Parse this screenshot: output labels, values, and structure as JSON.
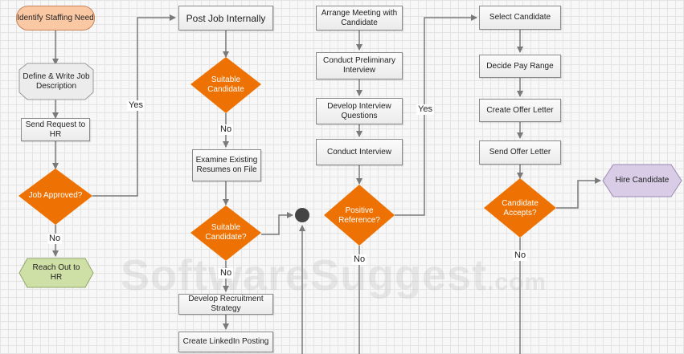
{
  "watermark": {
    "text": "SoftwareSuggest",
    "suffix": ".com"
  },
  "nodes": {
    "identify_staffing_need": "Identify Staffing Need",
    "define_write_job_description": "Define & Write Job Description",
    "send_request_to_hr": "Send Request to HR",
    "job_approved": "Job Approved?",
    "reach_out_to_hr": "Reach Out to HR",
    "post_job_internally": "Post Job Internally",
    "suitable_candidate_1": "Suitable Candidate",
    "examine_existing_resumes": "Examine Existing Resumes on File",
    "suitable_candidate_2": "Suitable Candidate?",
    "develop_recruitment_strategy": "Develop Recruitment Strategy",
    "create_linkedin_posting": "Create LinkedIn Posting",
    "arrange_meeting": "Arrange Meeting with Candidate",
    "conduct_preliminary_interview": "Conduct Preliminary Interview",
    "develop_interview_questions": "Develop Interview Questions",
    "conduct_interview": "Conduct Interview",
    "positive_reference": "Positive Reference?",
    "select_candidate": "Select Candidate",
    "decide_pay_range": "Decide Pay Range",
    "create_offer_letter": "Create Offer Letter",
    "send_offer_letter": "Send Offer Letter",
    "candidate_accepts": "Candidate Accepts?",
    "hire_candidate": "Hire Candidate"
  },
  "edge_labels": {
    "job_approved_yes": "Yes",
    "job_approved_no": "No",
    "suitable_1_no": "No",
    "suitable_2_no": "No",
    "positive_reference_yes": "Yes",
    "positive_reference_no": "No",
    "candidate_accepts_no": "No"
  },
  "colors": {
    "decision": "#ee7203",
    "start": "#fbc8a4",
    "end_green": "#cfe0a6",
    "end_purple": "#d8cce6",
    "connector": "#7a7a7a",
    "junction": "#444444"
  }
}
